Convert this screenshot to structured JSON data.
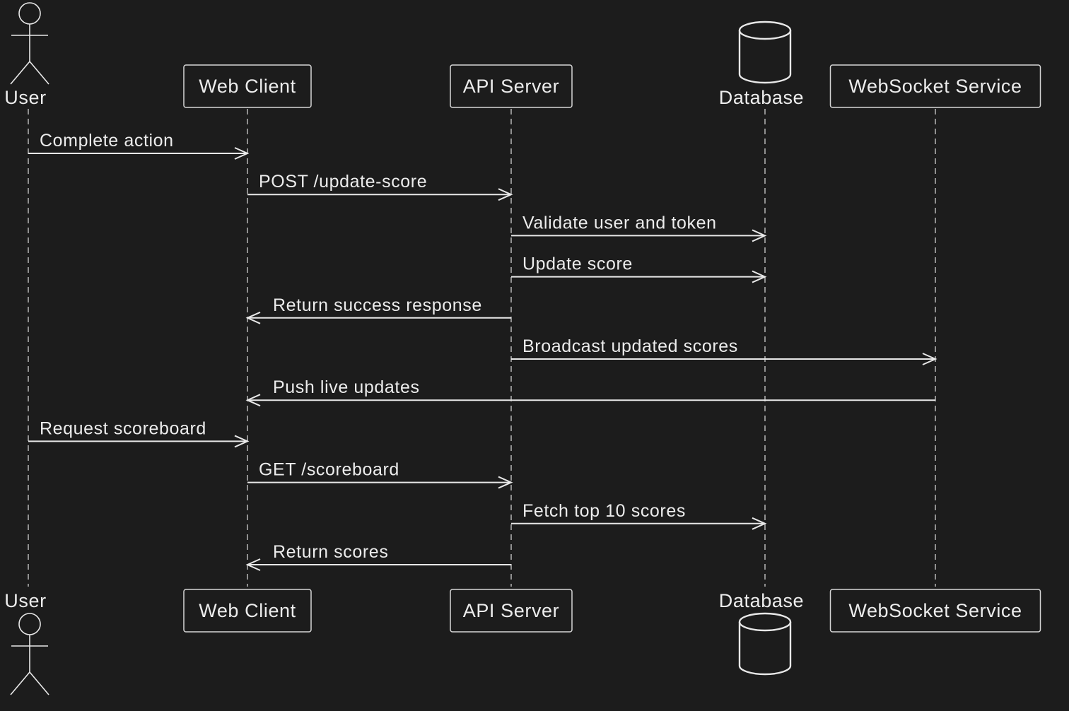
{
  "participants": [
    {
      "id": "user",
      "label": "User",
      "kind": "actor"
    },
    {
      "id": "web_client",
      "label": "Web Client",
      "kind": "box"
    },
    {
      "id": "api_server",
      "label": "API Server",
      "kind": "box"
    },
    {
      "id": "database",
      "label": "Database",
      "kind": "database"
    },
    {
      "id": "websocket_service",
      "label": "WebSocket Service",
      "kind": "box"
    }
  ],
  "messages": [
    {
      "from": "user",
      "to": "web_client",
      "text": "Complete action"
    },
    {
      "from": "web_client",
      "to": "api_server",
      "text": "POST /update-score"
    },
    {
      "from": "api_server",
      "to": "database",
      "text": "Validate user and token"
    },
    {
      "from": "api_server",
      "to": "database",
      "text": "Update score"
    },
    {
      "from": "api_server",
      "to": "web_client",
      "text": "Return success response"
    },
    {
      "from": "api_server",
      "to": "websocket_service",
      "text": "Broadcast updated scores"
    },
    {
      "from": "websocket_service",
      "to": "web_client",
      "text": "Push live updates"
    },
    {
      "from": "user",
      "to": "web_client",
      "text": "Request scoreboard"
    },
    {
      "from": "web_client",
      "to": "api_server",
      "text": "GET /scoreboard"
    },
    {
      "from": "api_server",
      "to": "database",
      "text": "Fetch top 10 scores"
    },
    {
      "from": "api_server",
      "to": "web_client",
      "text": "Return scores"
    }
  ],
  "colors": {
    "background": "#1c1c1c",
    "foreground": "#e8e8e8"
  }
}
